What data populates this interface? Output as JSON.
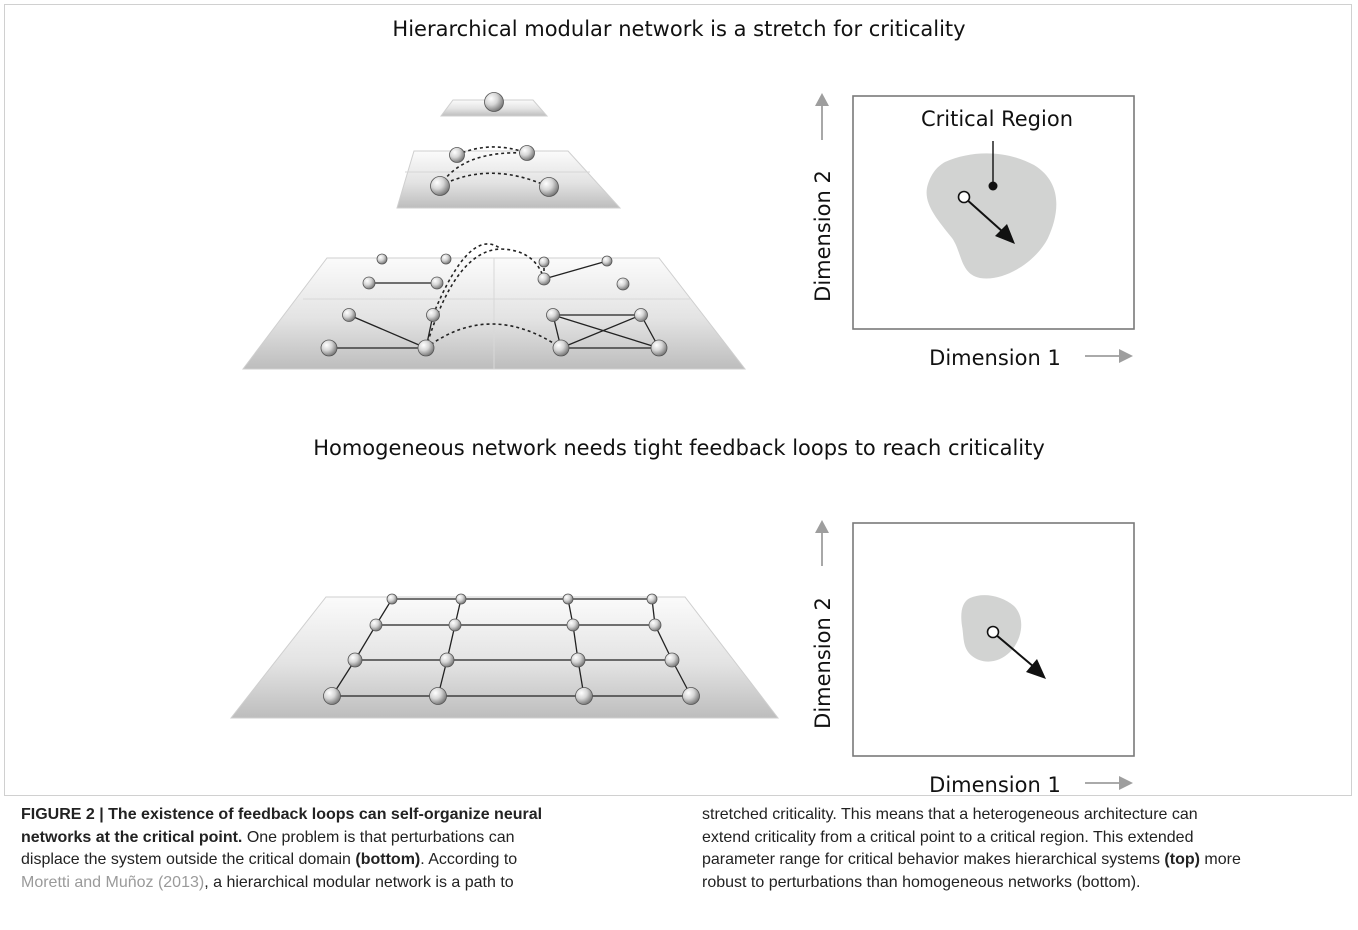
{
  "figure": {
    "top_title": "Hierarchical modular network is a stretch for criticality",
    "bottom_title": "Homogeneous network needs tight feedback loops to reach criticality",
    "top_panel": {
      "y_axis_label": "Dimension 2",
      "x_axis_label": "Dimension 1",
      "region_label": "Critical Region"
    },
    "bottom_panel": {
      "y_axis_label": "Dimension 2",
      "x_axis_label": "Dimension 1"
    },
    "colors": {
      "region_fill": "#d2d3d2",
      "plate_light": "#f7f7f7",
      "plate_dark": "#bfbfbf",
      "axis_arrow": "#9e9e9e"
    }
  },
  "caption": {
    "left": {
      "line1": "FIGURE 2 | The existence of feedback loops can self-organize neural",
      "line2_bold": "networks at the critical point.",
      "line2_rest": " One problem is that perturbations can",
      "line3_start": "displace the system outside the critical domain ",
      "line3_bold": "(bottom)",
      "line3_end": ". According to",
      "line4_ref": "Moretti and Muñoz (2013)",
      "line4_rest": ", a hierarchical modular network is a path to"
    },
    "right": {
      "line1": "stretched criticality. This means that a heterogeneous architecture can",
      "line2": "extend criticality from a critical point to a critical region. This extended",
      "line3_start": "parameter range for critical behavior makes hierarchical systems ",
      "line3_bold": "(top)",
      "line3_end": " more",
      "line4": "robust to perturbations than homogeneous networks (bottom)."
    }
  }
}
